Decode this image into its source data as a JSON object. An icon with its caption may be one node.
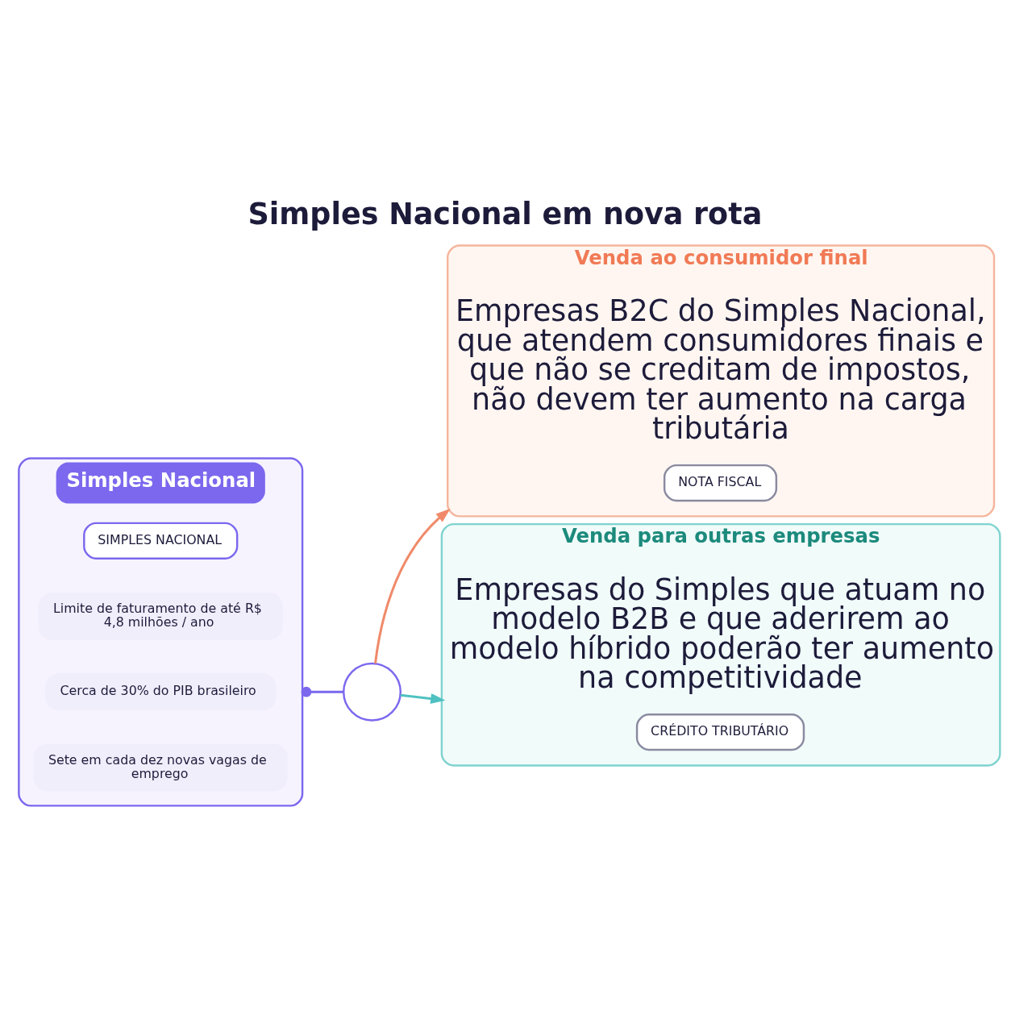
{
  "diagram": {
    "title": "Simples Nacional em nova rota",
    "nodes": [
      {
        "text": [
          "Simples Nacional"
        ]
      },
      {
        "text": [
          "SIMPLES NACIONAL"
        ],
        "in": 0
      },
      {
        "text": [
          "Limite de faturamento de até R$ 4,8 milhões / ano"
        ],
        "in": 0
      },
      {
        "text": [
          "Cerca de 30% do PIB brasileiro"
        ],
        "in": 0
      },
      {
        "text": [
          "Sete em cada dez novas vagas de emprego"
        ],
        "in": 0
      },
      {
        "text": [],
        "shape": "circle"
      },
      {
        "text": [
          "Venda ao consumidor final",
          "Empresas B2C do Simples Nacional, que atendem consumidores finais e que não se creditam de impostos, não devem ter aumento na carga tributária"
        ]
      },
      {
        "text": [
          "NOTA FISCAL"
        ],
        "in": 6
      },
      {
        "text": [
          "Venda para outras empresas",
          "Empresas do Simples que atuam no modelo B2B e que aderirem ao modelo híbrido poderão ter aumento na competitividade"
        ]
      },
      {
        "text": [
          "CRÉDITO TRIBUTÁRIO"
        ],
        "in": 8
      }
    ],
    "edges": [
      {
        "from": 0,
        "to": 5,
        "arrow": "other",
        "color": "#7b68ee"
      },
      {
        "from": 5,
        "to": 6,
        "arrow": "to",
        "color": "#f08a6a"
      },
      {
        "from": 5,
        "to": 8,
        "arrow": "to",
        "color": "#4fc1c1"
      }
    ]
  }
}
